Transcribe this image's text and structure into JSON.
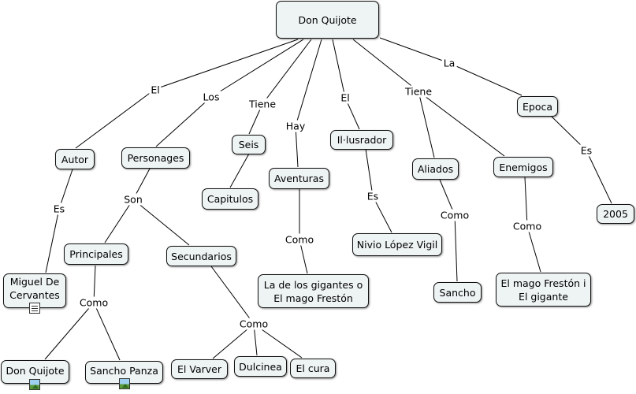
{
  "nodes": {
    "don_quijote": "Don Quijote",
    "autor": "Autor",
    "personages": "Personages",
    "seis": "Seis",
    "capitulos": "Capitulos",
    "aventuras": "Aventuras",
    "ilusrador": "Il·lusrador",
    "aliados": "Aliados",
    "enemigos": "Enemigos",
    "epoca": "Epoca",
    "y2005": "2005",
    "miguel": "Miguel De\nCervantes",
    "principales": "Principales",
    "secundarios": "Secundarios",
    "gigantes": "La de los gigantes o\nEl mago Frestón",
    "nivio": "Nivio López Vigil",
    "sancho": "Sancho",
    "mago": "El mago Frestón i\nEl gigante",
    "dq_child": "Don Quijote",
    "sancho_panza": "Sancho Panza",
    "varver": "El Varver",
    "dulcinea": "Dulcinea",
    "cura": "El cura"
  },
  "links": {
    "el1": "El",
    "los": "Los",
    "tiene1": "Tiene",
    "hay": "Hay",
    "el2": "El",
    "tiene2": "Tiene",
    "la": "La",
    "es1": "Es",
    "son": "Son",
    "como_av": "Como",
    "es2": "Es",
    "como_al": "Como",
    "como_en": "Como",
    "es3": "Es",
    "como_pr": "Como",
    "como_se": "Como"
  },
  "icons": {
    "miguel": "document-icon",
    "dq_child": "image-icon",
    "sancho_panza": "image-icon"
  }
}
